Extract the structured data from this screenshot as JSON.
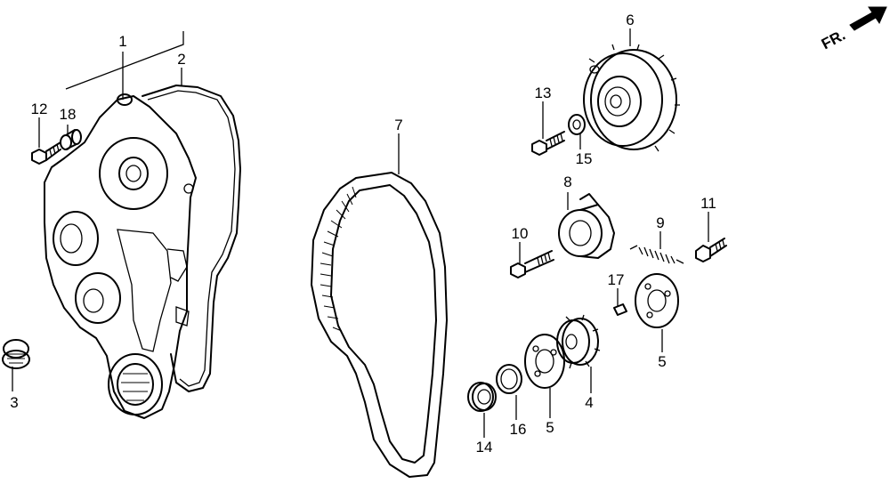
{
  "direction_label": "FR.",
  "callouts": {
    "c1": "1",
    "c2": "2",
    "c3": "3",
    "c4": "4",
    "c5a": "5",
    "c5b": "5",
    "c6": "6",
    "c7": "7",
    "c8": "8",
    "c9": "9",
    "c10": "10",
    "c11": "11",
    "c12": "12",
    "c13": "13",
    "c14": "14",
    "c15": "15",
    "c16": "16",
    "c17": "17",
    "c18": "18"
  },
  "icons": {
    "direction": "arrow-right-icon"
  }
}
